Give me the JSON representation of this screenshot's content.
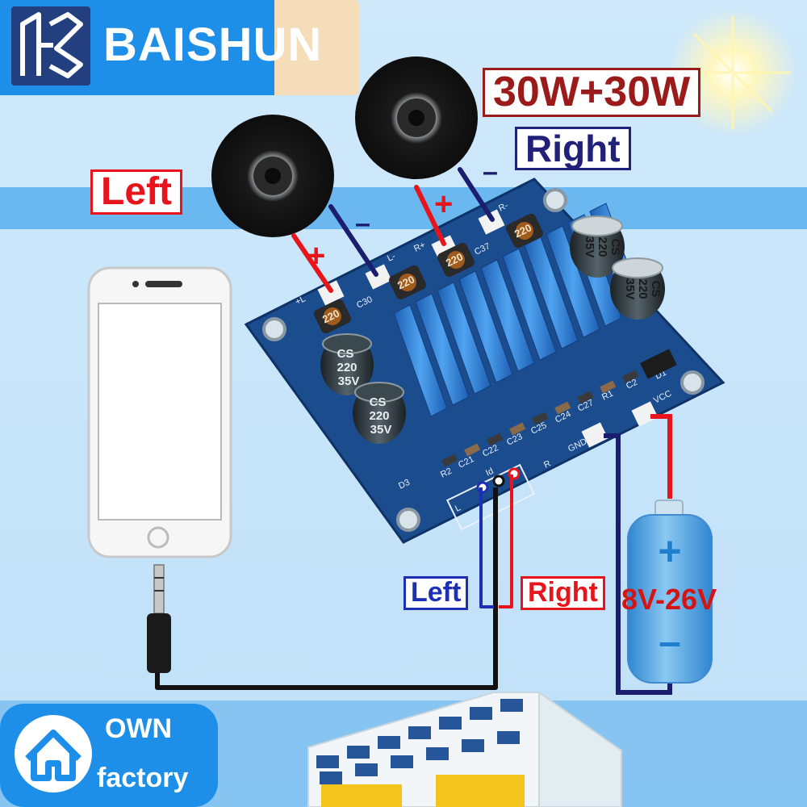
{
  "brand": {
    "name": "BAISHUN",
    "logo_letters": "HS",
    "colors": {
      "primary": "#1e8fe8",
      "accent": "#f4ddb8"
    }
  },
  "labels": {
    "power": "30W+30W",
    "right_speaker": "Right",
    "left_speaker": "Left",
    "plus_sign": "+",
    "minus_sign": "–",
    "left_input": "Left",
    "right_input": "Right",
    "voltage": "8V-26V"
  },
  "board": {
    "capacitor_text": [
      "CS",
      "220",
      "35V"
    ],
    "inductor_value": "220",
    "silkscreen": {
      "l_plus": "+L",
      "l_minus": "L-",
      "r_plus": "R+",
      "r_minus": "R-",
      "gnd": "GND",
      "vcc": "VCC",
      "left_in": "L",
      "right_in": "R",
      "ground_in": "Id",
      "parts": [
        "C30",
        "C37",
        "C21",
        "C22",
        "C23",
        "C25",
        "C24",
        "C27",
        "R1",
        "C2",
        "R2",
        "D1",
        "D3"
      ]
    },
    "colors": {
      "pcb": "#1b4c8e",
      "heatsink": "#2e7fd8",
      "capacitor": "#2f3a3e"
    }
  },
  "battery": {
    "plus": "+",
    "minus": "–",
    "colors": {
      "body": "#4fa5e0",
      "cap": "#cfe2ef"
    }
  },
  "factory": {
    "own": "OWN",
    "word": "factory",
    "house_icon": "house-icon"
  },
  "wire_colors": {
    "red": "#e8141b",
    "blue": "#1c2fb5",
    "navy": "#1b1d6e",
    "black": "#111111"
  }
}
